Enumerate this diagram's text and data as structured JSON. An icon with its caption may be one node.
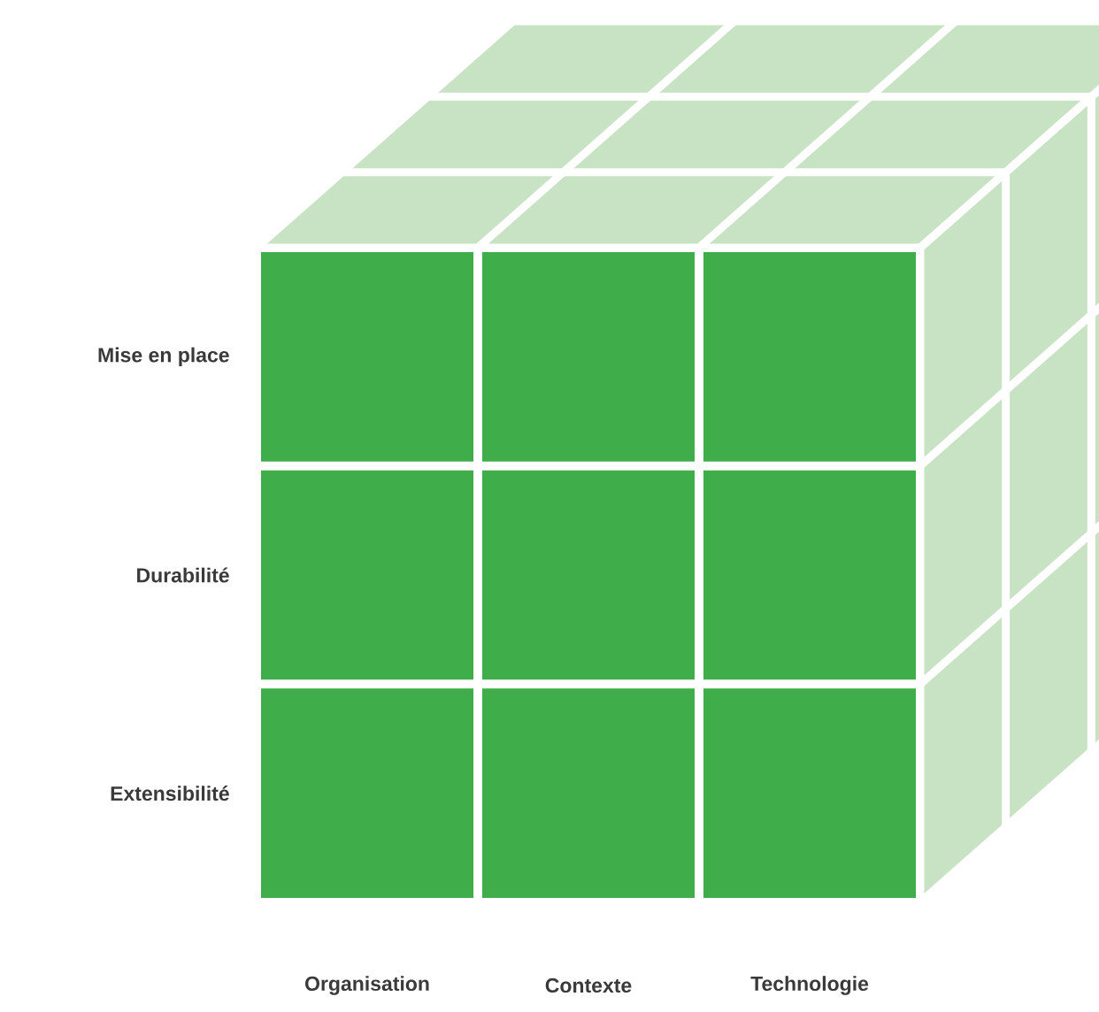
{
  "diagram": {
    "labels": [
      "Mise en place",
      "Durabilité",
      "Extensibilité",
      "Organisation",
      "Contexte",
      "Technologie"
    ]
  }
}
